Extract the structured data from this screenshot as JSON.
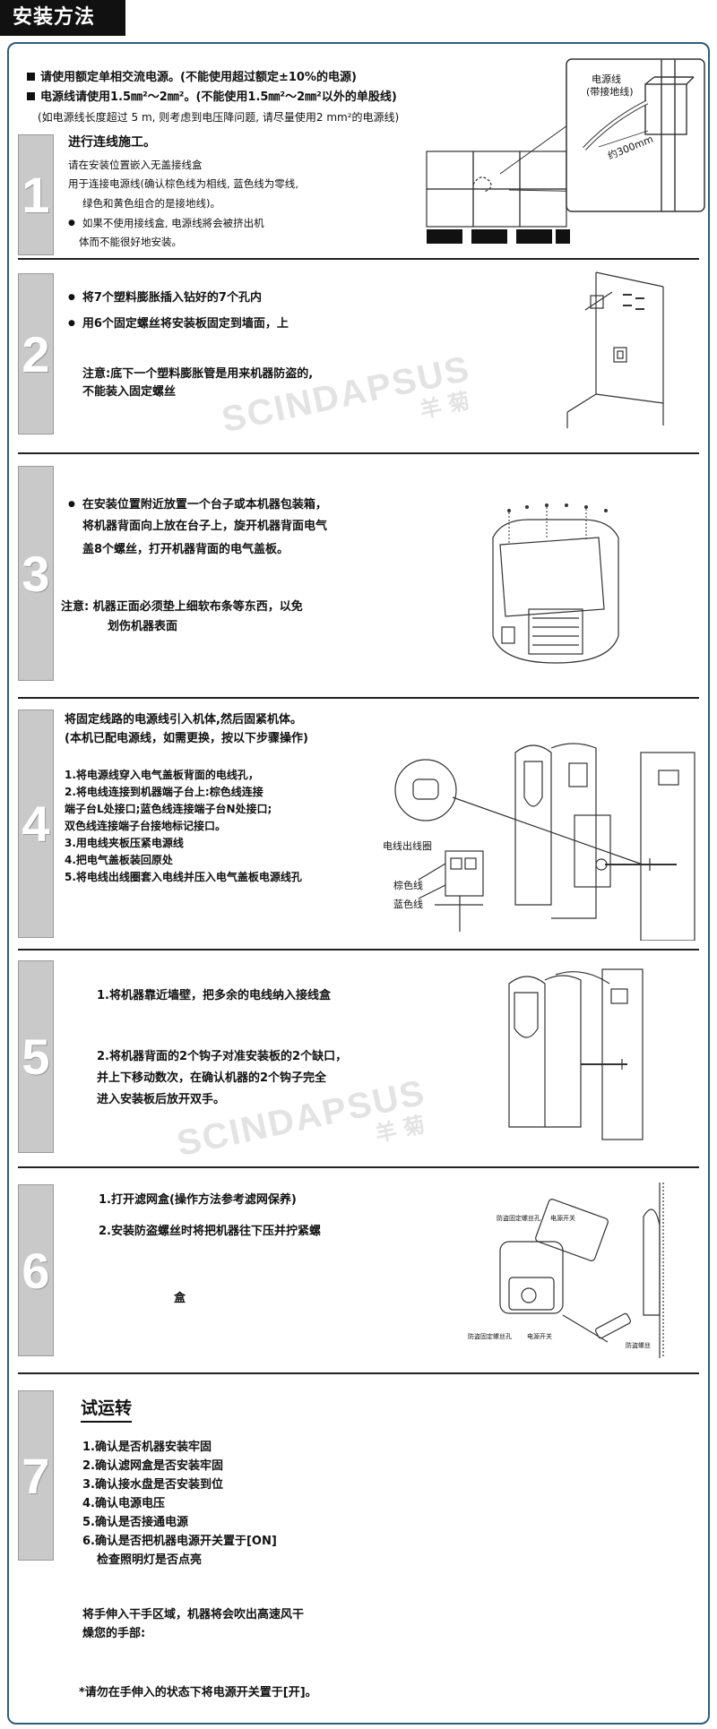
{
  "header": {
    "title": "安装方法"
  },
  "intro": {
    "line1": "请使用额定单相交流电源。(不能使用超过额定±10%的电源)",
    "line2": "电源线请使用1.5㎜²～2㎜²。(不能使用1.5㎜²～2㎜²以外的单股线)",
    "line3": "(如电源线长度超过 5 m, 则考虑到电压降问题, 请尽量使用2 mm²的电源线)"
  },
  "watermark": {
    "brand": "SCINDAPSUS",
    "cn": "羊菊"
  },
  "steps": {
    "s1": {
      "num": "1",
      "title": "进行连线施工。",
      "l1": "请在安装位置嵌入无盖接线盒",
      "l2": "用于连接电源线(确认棕色线为相线, 蓝色线为零线,",
      "l3": "绿色和黄色组合的是接地线)。",
      "l4": "如果不使用接线盒, 电源线將会被挤出机",
      "l5": "体而不能很好地安装。",
      "label_cable": "电源线",
      "label_cable2": "(带接地线)",
      "label_len": "约300mm"
    },
    "s2": {
      "num": "2",
      "l1": "将7个塑料膨胀插入钻好的7个孔内",
      "l2": "用6个固定螺丝将安装板固定到墙面，上",
      "l3": "注意:底下一个塑料膨胀管是用来机器防盗的,",
      "l4": "不能装入固定螺丝"
    },
    "s3": {
      "num": "3",
      "l1": "在安装位置附近放置一个台子或本机器包装箱，",
      "l2": "将机器背面向上放在台子上，旋开机器背面电气",
      "l3": "盖8个螺丝，打开机器背面的电气盖板。",
      "l4": "注意:  机器正面必须垫上细软布条等东西，以免",
      "l5": "划伤机器表面"
    },
    "s4": {
      "num": "4",
      "l1": "将固定线路的电源线引入机体,然后固紧机体。",
      "l2": "(本机已配电源线，如需更换，按以下步骤操作)",
      "l3": "1.将电源线穿入电气盖板背面的电线孔，",
      "l4": "2.将电线连接到机器端子台上:棕色线连接",
      "l5": "端子台L处接口;蓝色线连接端子台N处接口;",
      "l6": "双色线连接端子台接地标记接口。",
      "l7": "3.用电线夹板压紧电源线",
      "l8": "4.把电气盖板装回原处",
      "l9": "5.将电线出线圈套入电线并压入电气盖板电源线孔",
      "label_ring": "电线出线圈",
      "label_brown": "棕色线",
      "label_blue": "蓝色线"
    },
    "s5": {
      "num": "5",
      "l1": "1.将机器靠近墙壁，把多余的电线纳入接线盒",
      "l2": "2.将机器背面的2个钩子对准安装板的2个缺口，",
      "l3": "并上下移动数次，在确认机器的2个钩子完全",
      "l4": "进入安装板后放开双手。"
    },
    "s6": {
      "num": "6",
      "l1": "1.打开滤网盒(操作方法参考滤网保养)",
      "l2": "2.安装防盗螺丝时将把机器往下压并拧紧螺",
      "l3": "盒",
      "label_a": "防盗固定螺丝孔",
      "label_b": "电源开关",
      "label_c": "防盗固定螺丝孔",
      "label_d": "电源开关",
      "label_e": "防盗螺丝"
    },
    "s7": {
      "num": "7",
      "title": "试运转",
      "l1": "1.确认是否机器安装牢固",
      "l2": "2.确认滤网盒是否安装牢固",
      "l3": "3.确认接水盘是否安装到位",
      "l4": "4.确认电源电压",
      "l5": "5.确认是否接通电源",
      "l6": "6.确认是否把机器电源开关置于[ON]",
      "l7": "检查照明灯是否点亮",
      "l8": "将手伸入干手区域，机器将会吹出高速风干",
      "l9": "燥您的手部:",
      "l10": "*请勿在手伸入的状态下将电源开关置于[开]。"
    }
  }
}
